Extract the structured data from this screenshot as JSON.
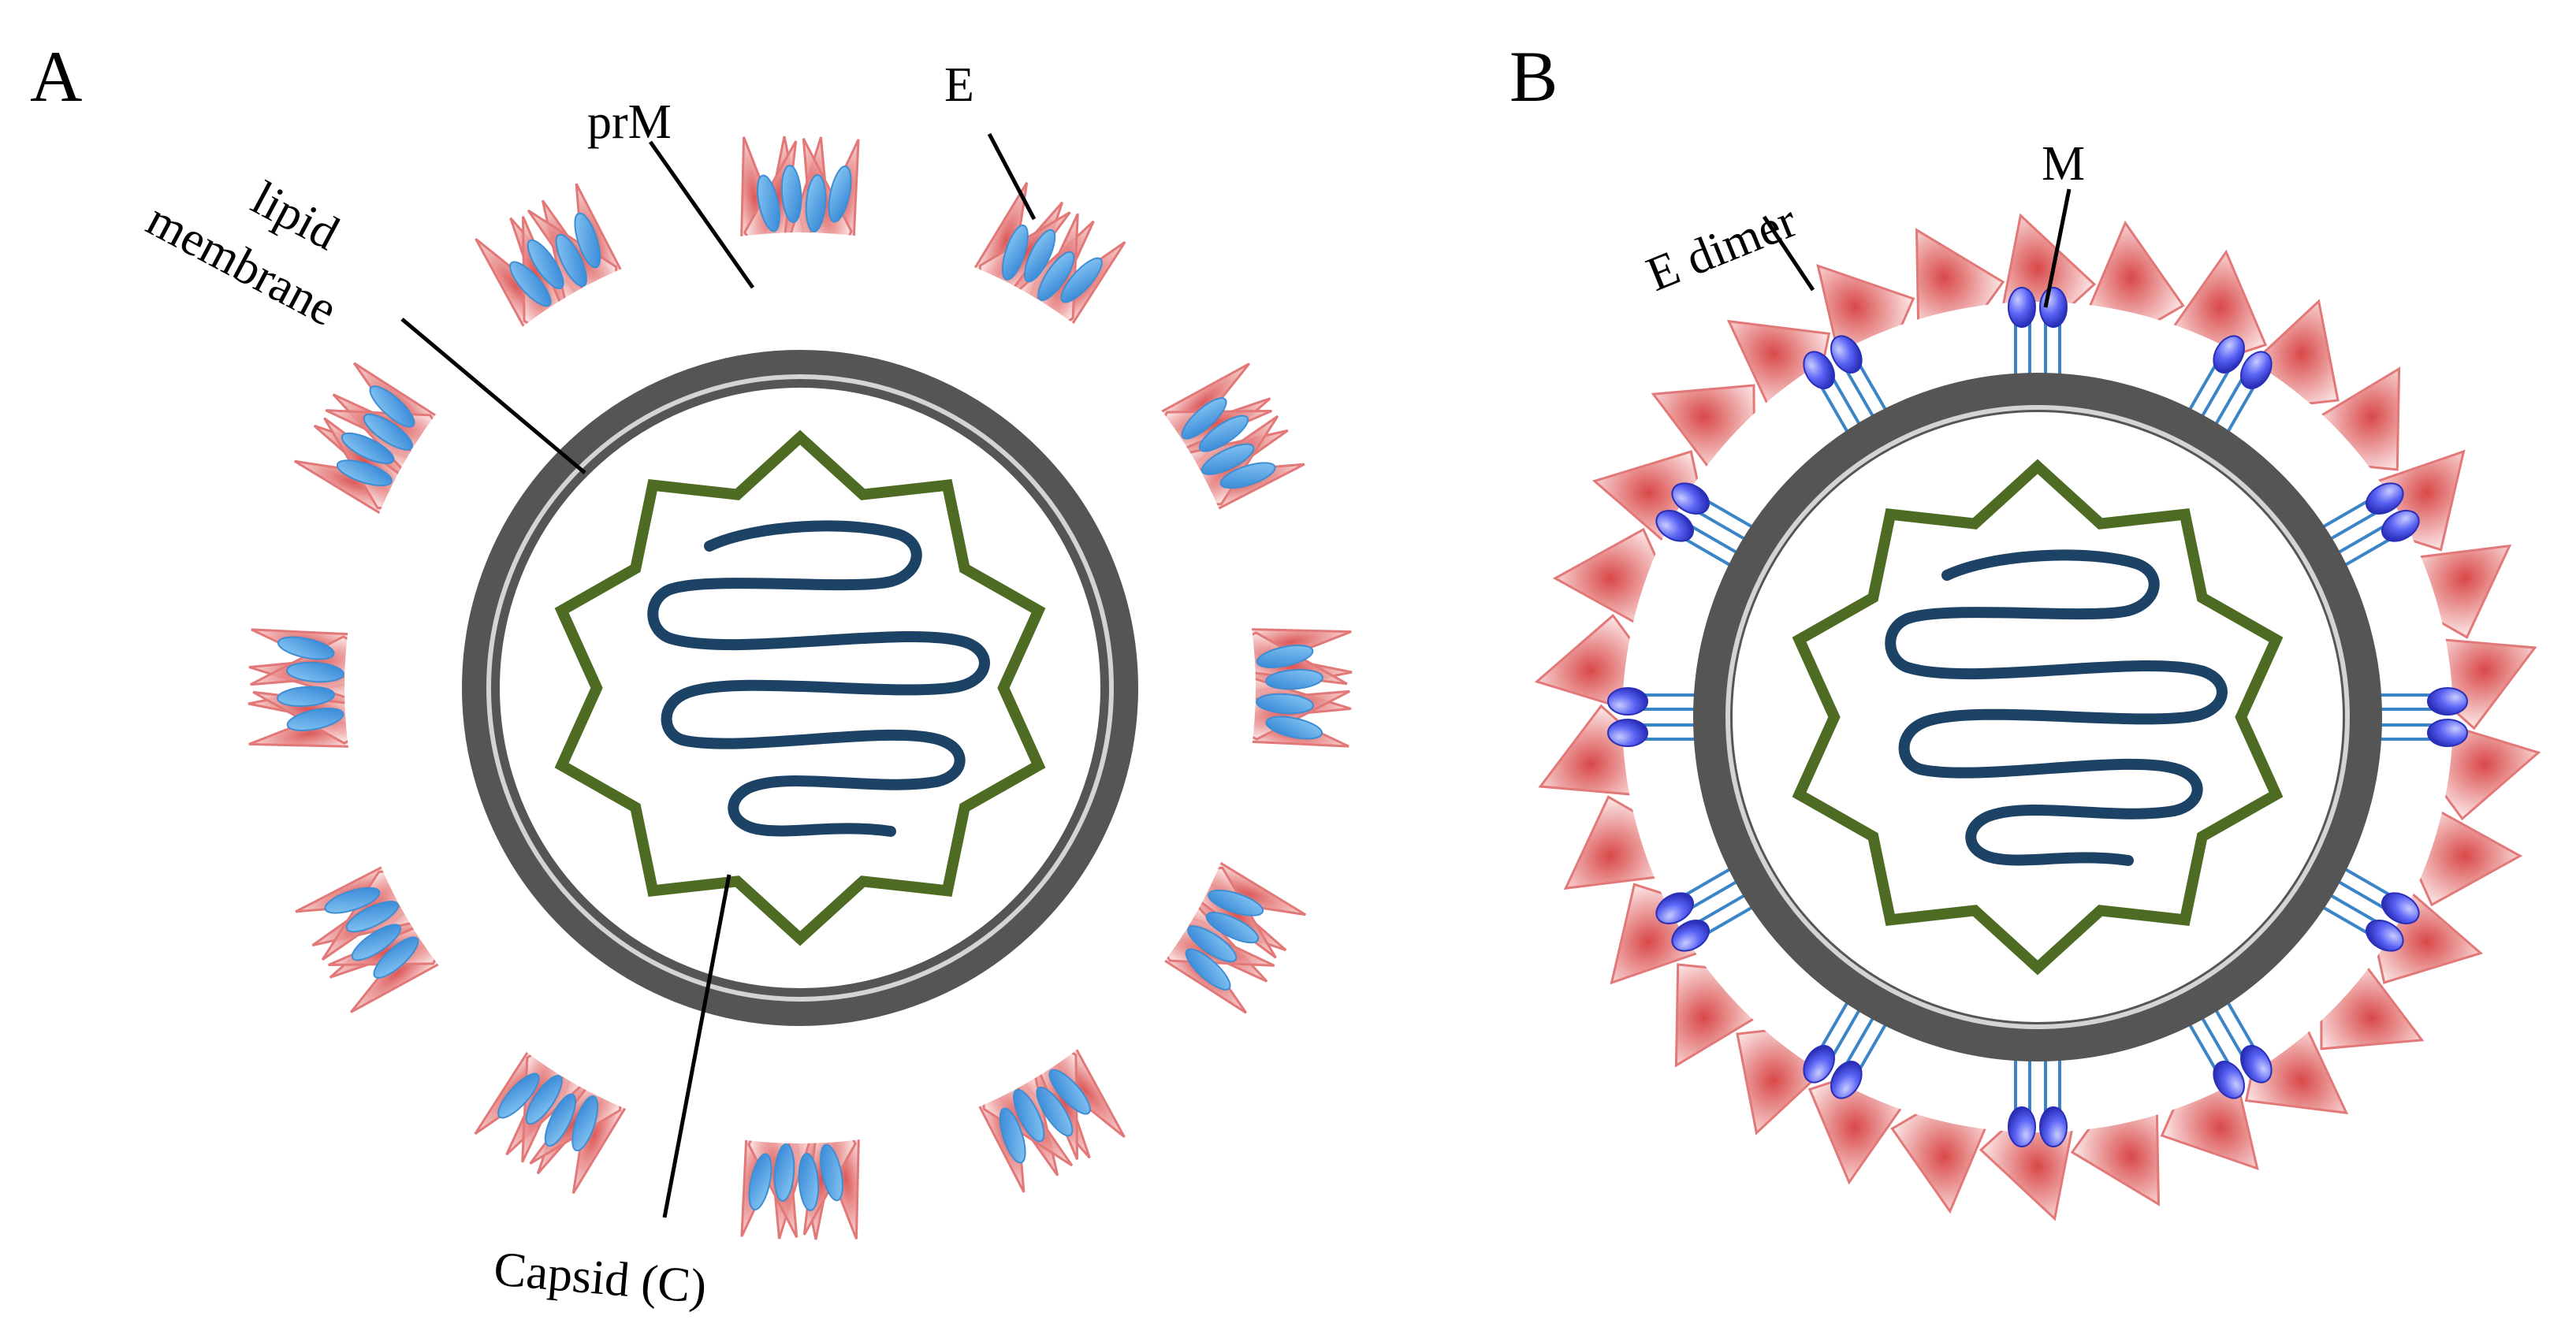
{
  "panels": [
    {
      "letter": "A",
      "labels": {
        "prM": "prM",
        "E": "E",
        "lipid_line1": "lipid",
        "lipid_line2": "membrane",
        "capsid": "Capsid (C)"
      }
    },
    {
      "letter": "B",
      "labels": {
        "E_dimer": "E dimer",
        "M": "M"
      }
    }
  ],
  "colors": {
    "membrane": "#555555",
    "membrane_inner_line": "#d4d4d4",
    "capsid": "#4e6b23",
    "genome": "#1c4266",
    "e_protein_fill": "#f6c4c4",
    "e_protein_stroke": "#e27878",
    "e_protein_core": "#d94848",
    "prm_head": "#5a63f5",
    "prm_stalk": "#3f8ed2",
    "tether": "#3a85c8",
    "leader_line": "#000000"
  }
}
